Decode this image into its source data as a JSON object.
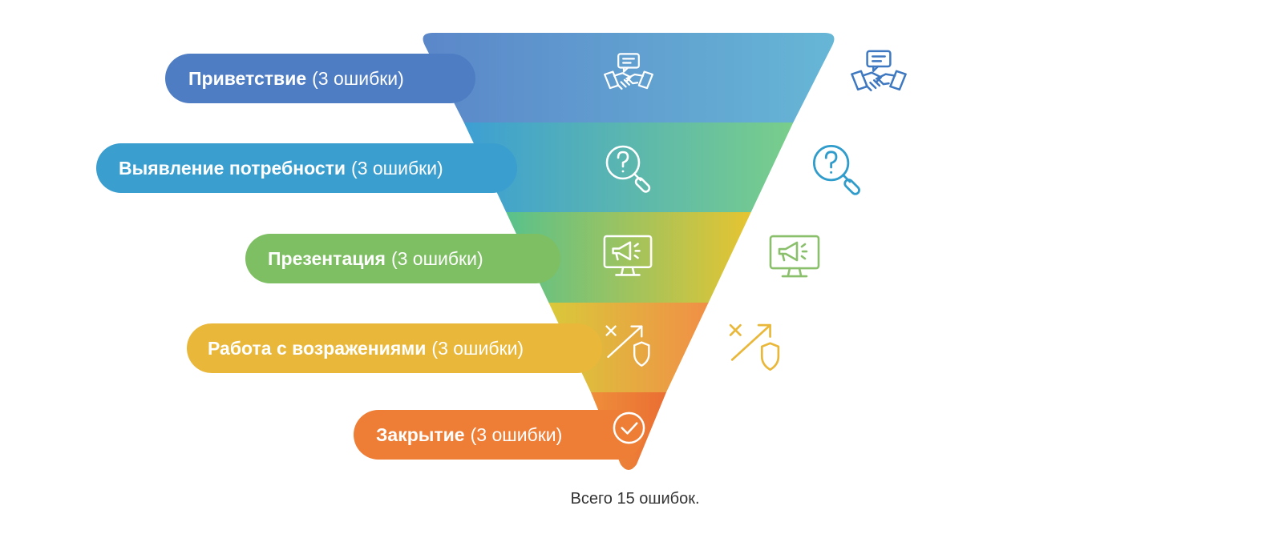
{
  "stages": [
    {
      "name": "Приветствие",
      "count": "(3 ошибки)",
      "icon": "handshake-chat-icon"
    },
    {
      "name": "Выявление потребности",
      "count": "(3 ошибки)",
      "icon": "question-magnifier-icon"
    },
    {
      "name": "Презентация",
      "count": "(3 ошибки)",
      "icon": "monitor-megaphone-icon"
    },
    {
      "name": "Работа с возражениями",
      "count": "(3 ошибки)",
      "icon": "objection-arrow-shield-icon"
    },
    {
      "name": "Закрытие",
      "count": "(3 ошибки)",
      "icon": "check-circle-icon"
    }
  ],
  "colors": {
    "stage_pills": [
      "#4f7dc4",
      "#3a9ecf",
      "#7dbf62",
      "#e9b73a",
      "#ee7d35"
    ],
    "stage_bands": [
      [
        "#5b87c9",
        "#66b6d6"
      ],
      [
        "#3d9fd3",
        "#79ce8a"
      ],
      [
        "#58c28c",
        "#e6c431"
      ],
      [
        "#d9c93a",
        "#f18f46"
      ],
      [
        "#ee8e3a",
        "#ea6e33"
      ]
    ],
    "side_icons": [
      "#3e78c0",
      "#2f9ccb",
      "#8ac06b",
      "#e9b83a"
    ],
    "footer_text": "#333333"
  },
  "footer": "Всего 15 ошибок."
}
